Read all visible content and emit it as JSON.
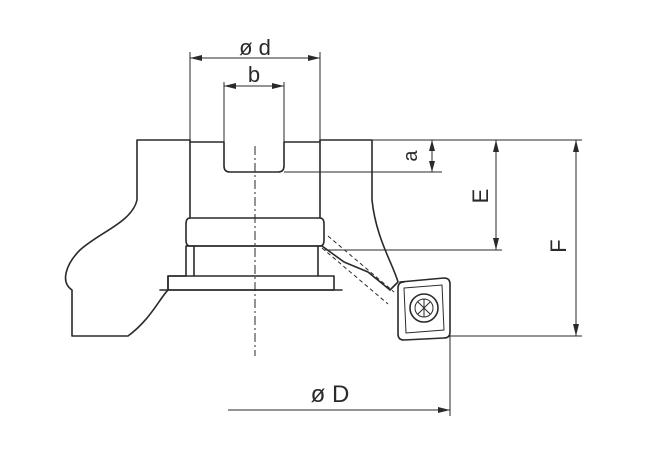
{
  "labels": {
    "bore_diameter": "ø d",
    "keyway_width": "b",
    "keyway_depth": "a",
    "depth_e": "E",
    "height_f": "F",
    "cutter_diameter": "ø D"
  }
}
